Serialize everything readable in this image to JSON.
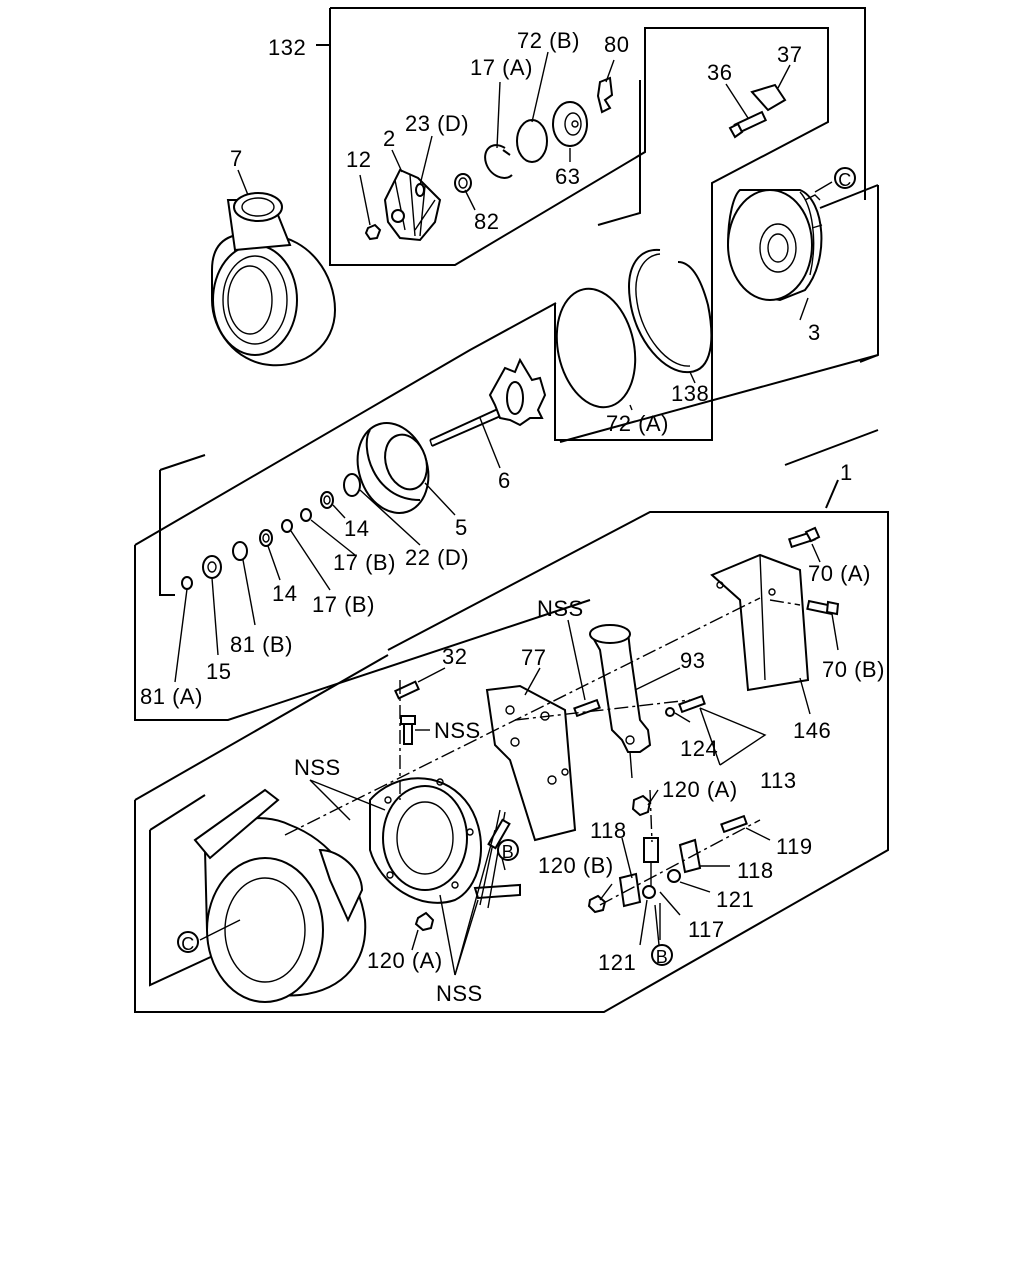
{
  "diagram": {
    "labels": {
      "l132": "132",
      "l72b_top": "72 (B)",
      "l80": "80",
      "l17a": "17 (A)",
      "l23d": "23 (D)",
      "l2": "2",
      "l12": "12",
      "l7": "7",
      "l63": "63",
      "l82": "82",
      "l36": "36",
      "l37": "37",
      "l3": "3",
      "l138": "138",
      "l72a": "72 (A)",
      "l6": "6",
      "l5": "5",
      "l22d": "22 (D)",
      "l14_a": "14",
      "l17b_a": "17 (B)",
      "l14_b": "14",
      "l17b_b": "17 (B)",
      "l81b": "81 (B)",
      "l15": "15",
      "l81a": "81 (A)",
      "l1": "1",
      "l70a": "70 (A)",
      "l70b": "70 (B)",
      "l146": "146",
      "lnss_top": "NSS",
      "l77": "77",
      "l93": "93",
      "l32": "32",
      "lnss_bolt": "NSS",
      "lnss_left": "NSS",
      "l124": "124",
      "l113": "113",
      "l120a_mid": "120 (A)",
      "l118_a": "118",
      "l119": "119",
      "l118_b": "118",
      "l120b": "120 (B)",
      "l121_a": "121",
      "l117": "117",
      "l121_b": "121",
      "l120a_low": "120 (A)",
      "lnss_bottom": "NSS"
    },
    "callouts": {
      "c_top": "C",
      "c_bottom": "C",
      "b_upper": "B",
      "b_lower": "B"
    }
  }
}
